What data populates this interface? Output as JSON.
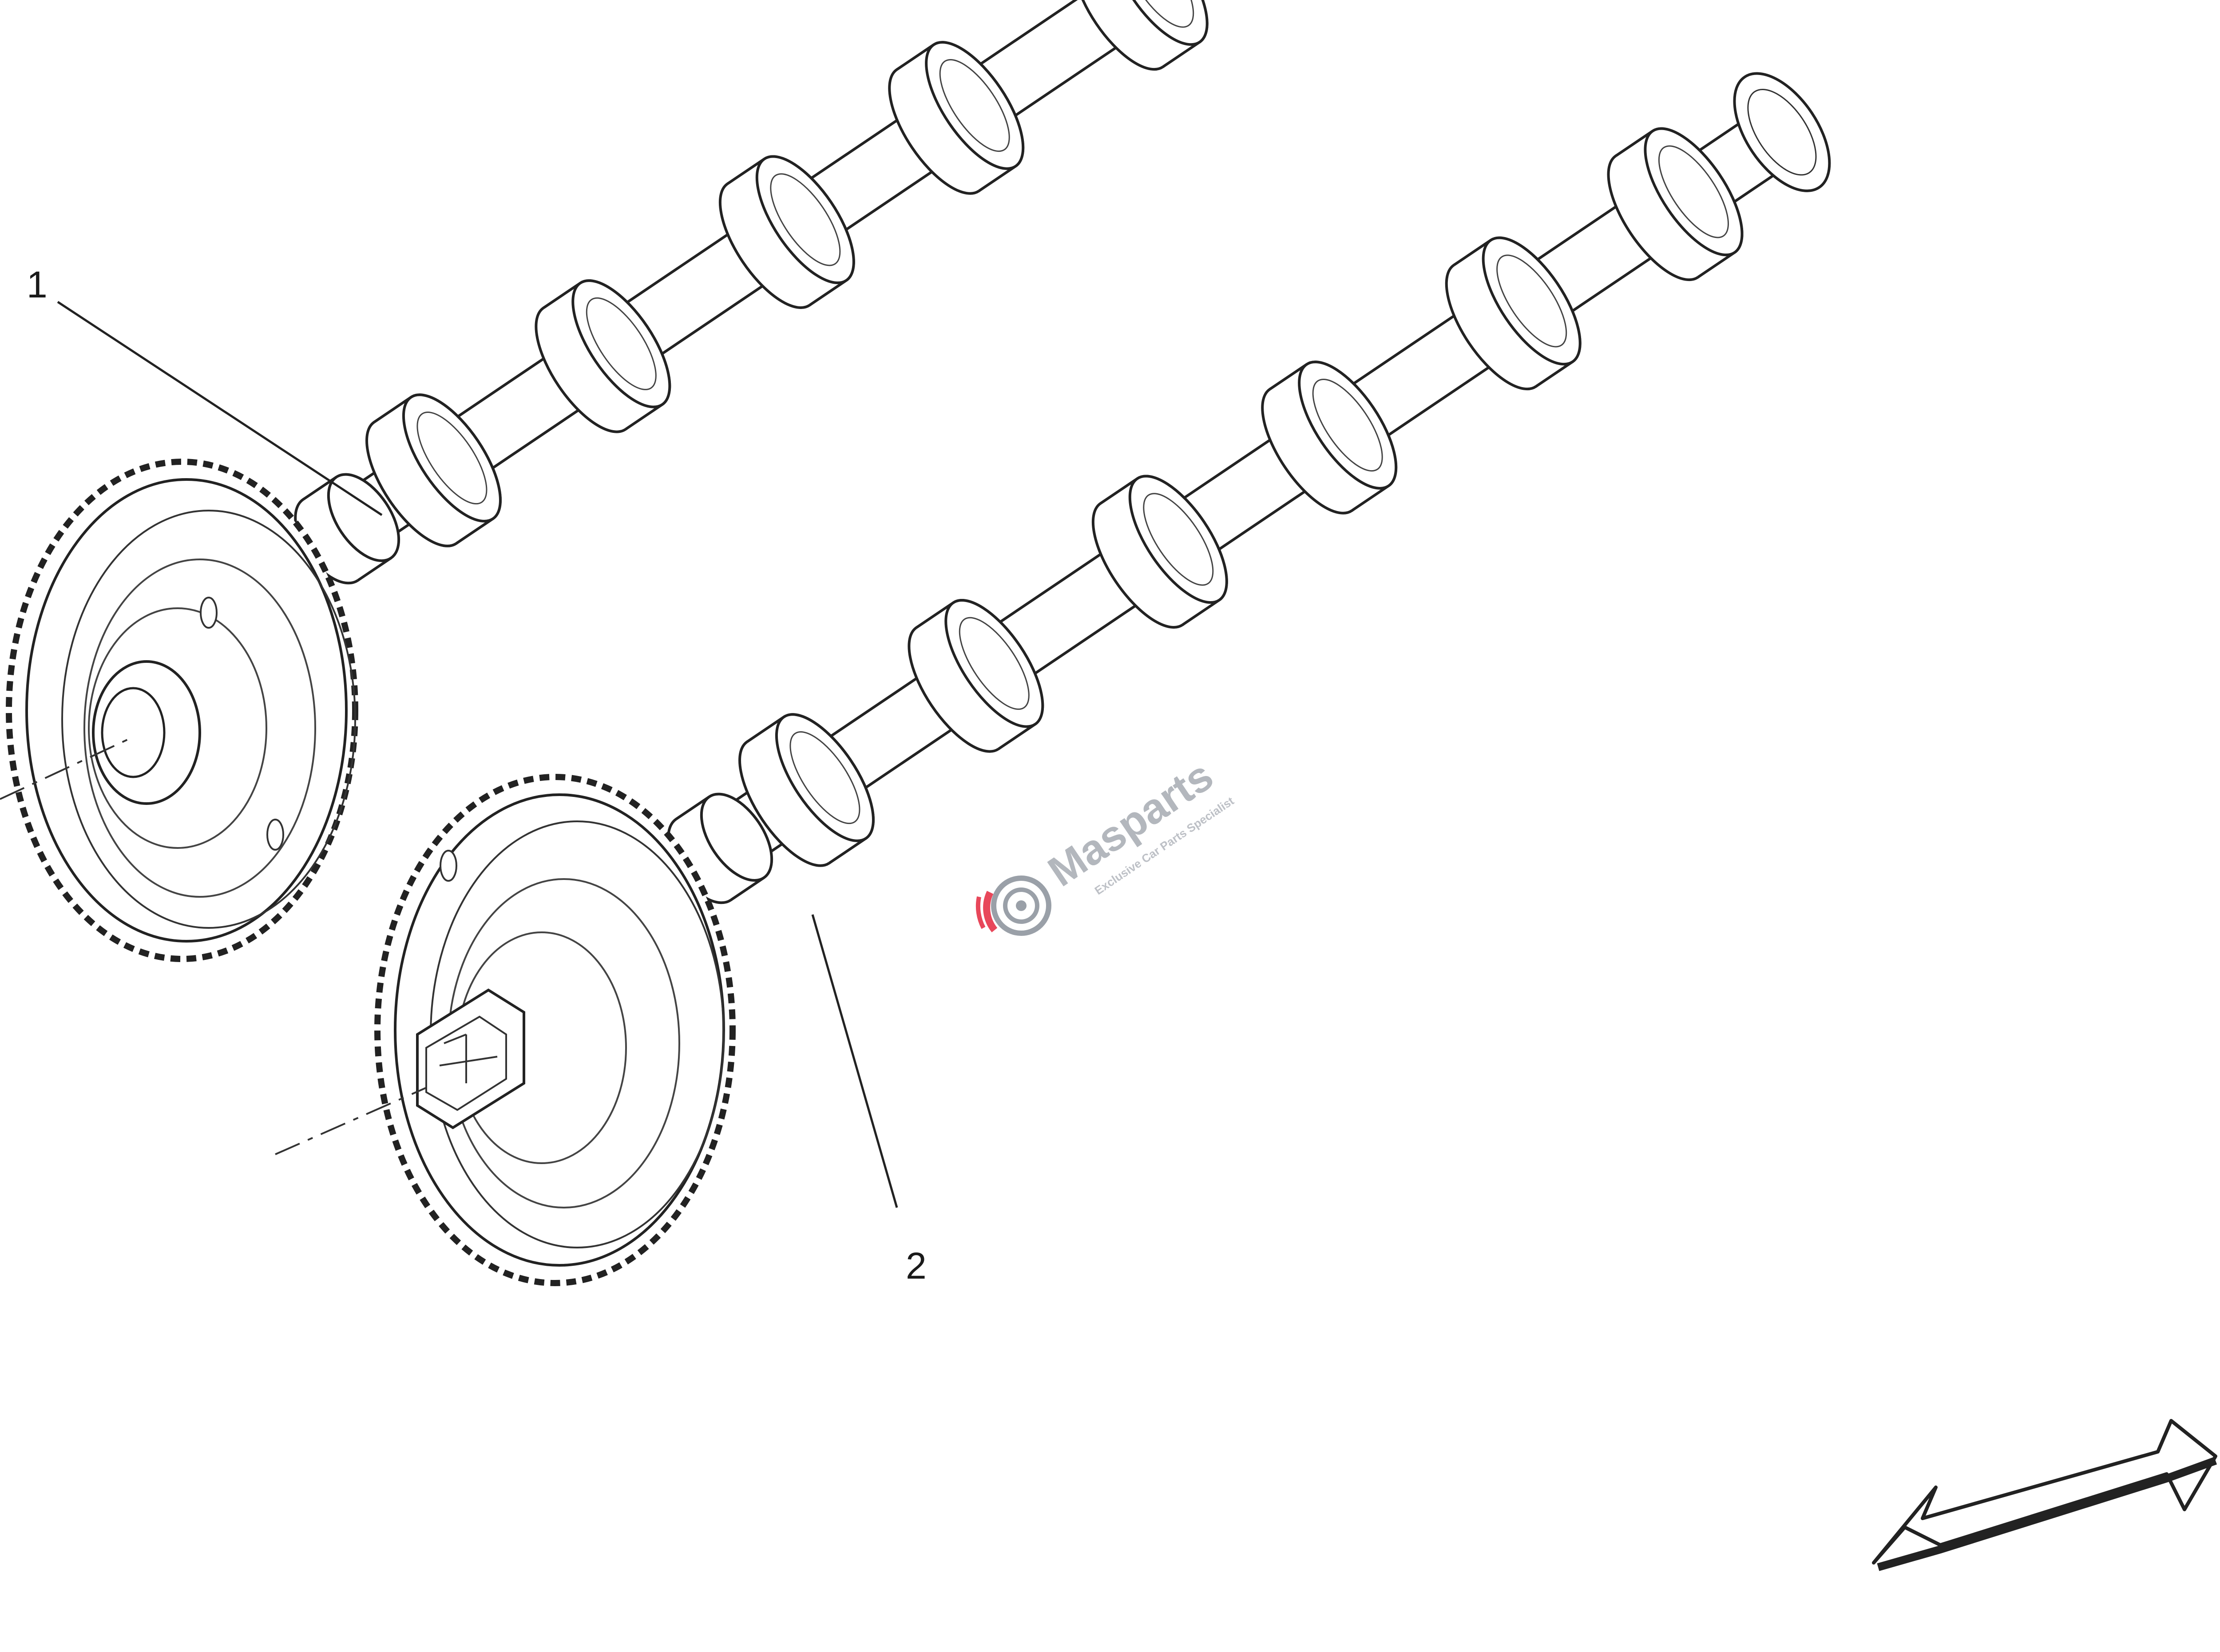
{
  "diagram": {
    "callouts": [
      {
        "id": "1",
        "label": "1"
      },
      {
        "id": "2",
        "label": "2"
      }
    ]
  },
  "watermark": {
    "brand": "Masparts",
    "tagline": "Exclusive Car Parts Specialist",
    "colors": {
      "brand_red": "#e8475a",
      "brand_grey": "#9aa0a8"
    }
  },
  "icons": {
    "direction": "direction-arrow-icon",
    "logo": "gear-logo-icon"
  }
}
